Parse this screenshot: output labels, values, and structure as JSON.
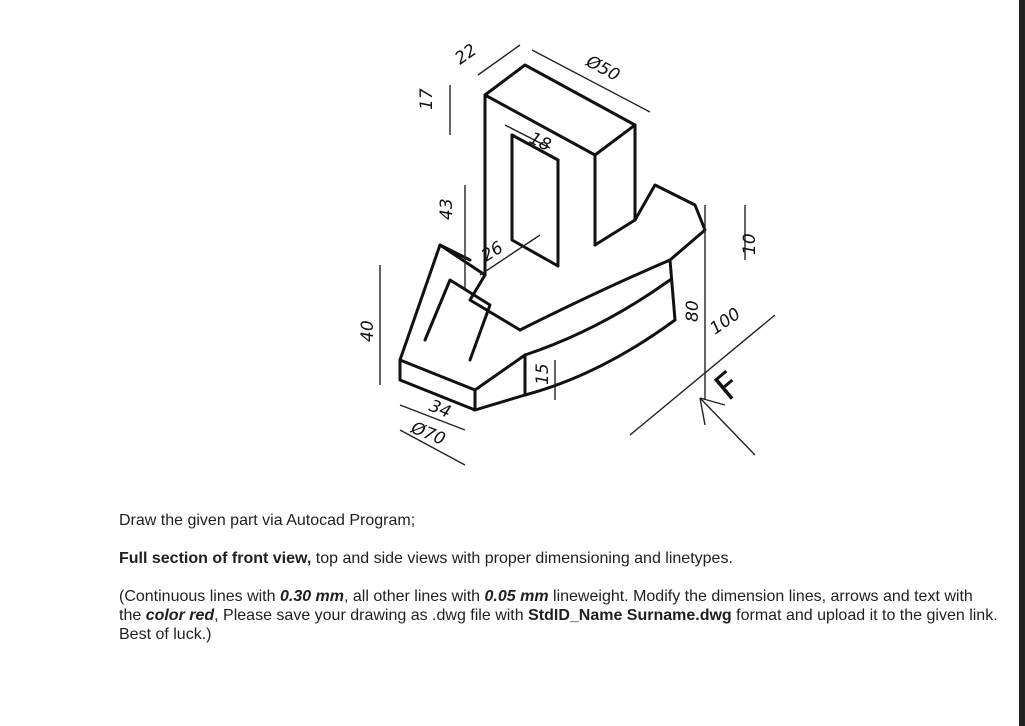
{
  "drawing": {
    "dims": {
      "d22": "22",
      "d50": "Ø50",
      "d17": "17",
      "d18": "18",
      "d43": "43",
      "d26": "26",
      "d10": "10",
      "d40": "40",
      "d80": "80",
      "d100": "100",
      "d15": "15",
      "d34": "34",
      "d70": "Ø70"
    },
    "view_label": "F"
  },
  "text": {
    "line1": "Draw the given part via Autocad Program;",
    "line2_bold": "Full section of front view,",
    "line2_rest": " top and side views with proper dimensioning and linetypes.",
    "l3_a": "(Continuous lines with ",
    "l3_b": "0.30 mm",
    "l3_c": ", all other lines with ",
    "l3_d": "0.05 mm",
    "l3_e": " lineweight. Modify the dimension lines, arrows and text with the ",
    "l3_f": "color red",
    "l3_g": ", Please save your drawing as .dwg file with ",
    "l3_h": "StdID_Name Surname.dwg",
    "l3_i": " format and upload it to the given link. Best of luck.)"
  }
}
